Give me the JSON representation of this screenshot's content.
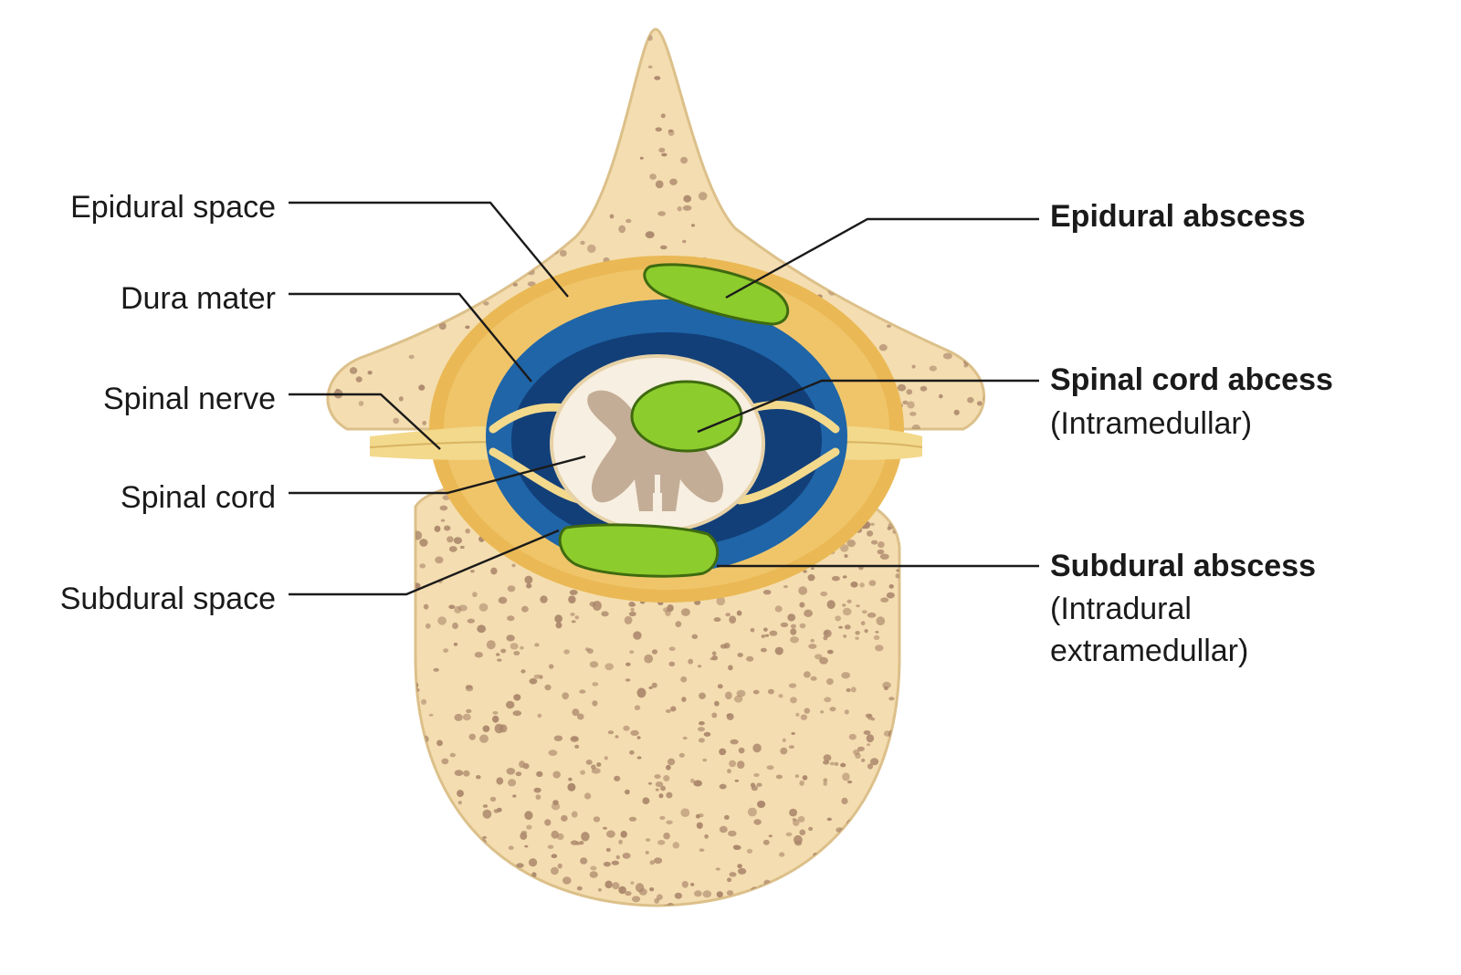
{
  "labels_left": {
    "epidural_space": "Epidural space",
    "dura_mater": "Dura mater",
    "spinal_nerve": "Spinal nerve",
    "spinal_cord": "Spinal cord",
    "subdural_space": "Subdural space"
  },
  "labels_right": {
    "epidural_abscess": "Epidural abscess",
    "spinal_cord_abscess": "Spinal cord abcess",
    "spinal_cord_abscess_sub": "(Intramedullar)",
    "subdural_abscess": "Subdural abscess",
    "subdural_abscess_sub1": "(Intradural",
    "subdural_abscess_sub2": "extramedullar)"
  },
  "colors": {
    "bone": "#f4ddb0",
    "bone_outline": "#dcc08a",
    "bone_speckle": "#a9856a",
    "dura": "#eab955",
    "csf_blue": "#1f65a8",
    "csf_dark": "#123f78",
    "nerve": "#f3d98c",
    "cord_white": "#f7efe1",
    "gray_matter": "#c4ad96",
    "abscess_green": "#8ccc2c",
    "abscess_outline": "#3f6a10"
  }
}
